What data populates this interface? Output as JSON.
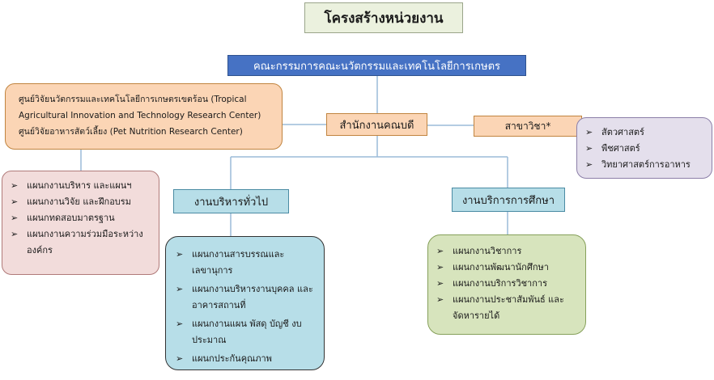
{
  "title": "โครงสร้างหน่วยงาน",
  "committee": "คณะกรรมการคณะนวัตกรรมและเทคโนโลยีการเกษตร",
  "centers": [
    "ศูนย์วิจัยนวัตกรรมและเทคโนโลยีการเกษตรเขตร้อน (Tropical",
    "Agricultural Innovation and Technology Research Center)",
    "ศูนย์วิจัยอาหารสัตว์เลี้ยง (Pet Nutrition Research Center)"
  ],
  "dean_office": "สำนักงานคณบดี",
  "branch": "สาขาวิชา*",
  "branch_items": [
    "สัตวศาสตร์",
    "พืชศาสตร์",
    "วิทยาศาสตร์การอาหาร"
  ],
  "plans_items": [
    "แผนกงานบริหาร และแผนฯ",
    "แผนกงานวิจัย และฝึกอบรม",
    "แผนกทดสอบมาตรฐาน",
    "แผนกงานความร่วมมือระหว่าง องค์กร"
  ],
  "general_admin": "งานบริหารทั่วไป",
  "general_admin_items": [
    "แผนกงานสารบรรณและ เลขานุการ",
    "แผนกงานบริหารงานบุคคล และอาคารสถานที่",
    "แผนกงานแผน พัสดุ บัญชี งบประมาณ",
    "แผนกประกันคุณภาพ"
  ],
  "education_service": "งานบริการการศึกษา",
  "education_service_items": [
    "แผนกงานวิชาการ",
    "แผนกงานพัฒนานักศึกษา",
    "แผนกงานบริการวิชาการ",
    "แผนกงานประชาสัมพันธ์ และ จัดหารายได้"
  ],
  "bullet_symbol": "➢",
  "colors": {
    "title_bg": "#ebf1de",
    "committee_bg": "#4672c4",
    "orange_bg": "#fbd5b5",
    "purple_bg": "#e4dfec",
    "pink_bg": "#f2dcdb",
    "blue_bg": "#b7dee8",
    "green_bg": "#d7e4bd",
    "connector": "#9bbbd9"
  }
}
